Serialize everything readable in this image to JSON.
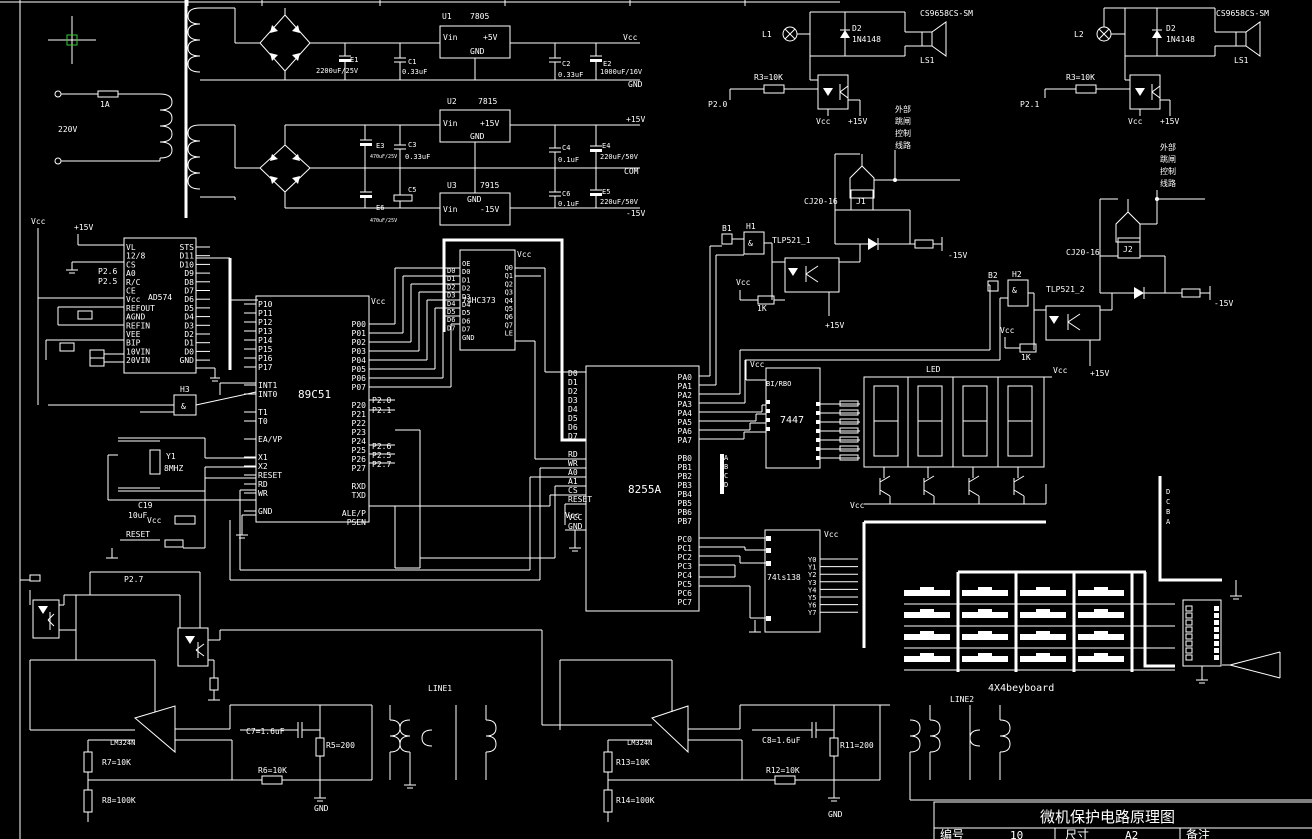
{
  "title_block": {
    "title": "微机保护电路原理图",
    "label_number": "编号",
    "number_value": "10",
    "label_size": "尺寸",
    "size_value": "A2",
    "label_remark": "备注"
  },
  "power": {
    "mains": "220V",
    "fuse": "1A",
    "e1": "2200uF/25V",
    "c1": "C1",
    "c1v": "0.33uF",
    "c2": "C2",
    "c2v": "0.33uF",
    "e2": "1000uF/16V",
    "u1": "U1",
    "u1p": "7805",
    "u2": "U2",
    "u2p": "7815",
    "u3": "U3",
    "u3p": "7915",
    "vin": "Vin",
    "gnd": "GND",
    "p5": "+5V",
    "p15": "+15V",
    "m15": "-15V",
    "vcc": "Vcc",
    "gnd_out": "GND",
    "pos15": "+15V",
    "com": "COM",
    "neg15": "-15V",
    "c3": "C3",
    "c3v": "0.33uF",
    "c4": "C4",
    "c4v": "0.1uF",
    "e4": "E4",
    "e4v": "220uF/50V",
    "c5": "C5",
    "c6": "C6",
    "c6v": "0.1uF",
    "e5": "E5",
    "e5v": "220uF/50V",
    "e3": "E3",
    "e3v": "470uF/25V",
    "e6": "E6",
    "e6v": "470uF/25V"
  },
  "ad574": {
    "name": "AD574",
    "left": [
      "VL",
      "12/8",
      "CS",
      "A0",
      "R/C",
      "CE",
      "Vcc",
      "REFOUT",
      "AGND",
      "REFIN",
      "VEE",
      "BIP",
      "10VIN",
      "20VIN"
    ],
    "right": [
      "STS",
      "D11",
      "D10",
      "D9",
      "D8",
      "D7",
      "D6",
      "D5",
      "D4",
      "D3",
      "D2",
      "D1",
      "D0",
      "GND"
    ],
    "vcc": "Vcc",
    "p15": "+15V",
    "p26": "P2.6",
    "p25": "P2.5"
  },
  "mcu": {
    "name": "89C51",
    "vcc": "Vcc",
    "left": [
      "P10",
      "P11",
      "P12",
      "P13",
      "P14",
      "P15",
      "P16",
      "P17",
      "",
      "INT1",
      "INT0",
      "",
      "T1",
      "T0",
      "",
      "EA/VP",
      "",
      "X1",
      "X2",
      "RESET",
      "RD",
      "WR",
      "",
      "GND"
    ],
    "right": [
      "P00",
      "P01",
      "P02",
      "P03",
      "P04",
      "P05",
      "P06",
      "P07",
      "",
      "P20",
      "P21",
      "P22",
      "P23",
      "P24",
      "P25",
      "P26",
      "P27",
      "",
      "RXD",
      "TXD",
      "",
      "ALE/P",
      "PSEN"
    ],
    "p20": "P2.0",
    "p21": "P2.1",
    "p26": "P2.6",
    "p25": "P2.5",
    "p27": "P2.7",
    "h3": "H3",
    "y1": "Y1",
    "y1f": "8MHZ",
    "c19": "C19",
    "c19v": "10uF",
    "reset": "RESET",
    "p27b": "P2.7",
    "vcc2": "Vcc"
  },
  "latch": {
    "name": "74HC373",
    "vcc": "Vcc",
    "dl": [
      "OE",
      "D0",
      "D1",
      "D2",
      "D3",
      "D4",
      "D5",
      "D6",
      "D7",
      "GND"
    ],
    "ql": [
      "Q0",
      "Q1",
      "Q2",
      "Q3",
      "Q4",
      "Q5",
      "Q6",
      "Q7",
      "LE"
    ],
    "din": [
      "D0",
      "D1",
      "D2",
      "D3",
      "D4",
      "D5",
      "D6",
      "D7"
    ]
  },
  "ppi": {
    "name": "8255A",
    "left": [
      "D0",
      "D1",
      "D2",
      "D3",
      "D4",
      "D5",
      "D6",
      "D7",
      "",
      "RD",
      "WR",
      "A0",
      "A1",
      "CS",
      "RESET",
      "",
      "VCC",
      "GND"
    ],
    "right": [
      "PA0",
      "PA1",
      "PA2",
      "PA3",
      "PA4",
      "PA5",
      "PA6",
      "PA7",
      "",
      "PB0",
      "PB1",
      "PB2",
      "PB3",
      "PB4",
      "PB5",
      "PB6",
      "PB7",
      "",
      "PC0",
      "PC1",
      "PC2",
      "PC3",
      "PC4",
      "PC5",
      "PC6",
      "PC7"
    ],
    "vcc": "Vcc",
    "abcd": [
      "A",
      "B",
      "C",
      "D"
    ]
  },
  "decoder": {
    "name": "7447",
    "bi": "BI/RBO",
    "vcc": "Vcc"
  },
  "led": {
    "label": "LED",
    "vcc": "Vcc",
    "vcc2": "Vcc"
  },
  "decoder138": {
    "name": "74ls138",
    "vcc": "Vcc",
    "outs": [
      "Y0",
      "Y1",
      "Y2",
      "Y3",
      "Y4",
      "Y5",
      "Y6",
      "Y7"
    ]
  },
  "keyboard": {
    "label": "4X4beyboard",
    "dcba": [
      "D",
      "C",
      "B",
      "A"
    ]
  },
  "relay1": {
    "l": "L1",
    "d": "D2",
    "dp": "1N4148",
    "ls": "LS1",
    "ic": "CS9658CS-SM",
    "r": "R3=10K",
    "p": "P2.0",
    "vcc": "Vcc",
    "p15": "+15V",
    "ext": [
      "外部",
      "跳闸",
      "控制",
      "线路"
    ],
    "cj": "CJ20-16",
    "j": "J1",
    "b": "B1",
    "h": "H1",
    "tlp": "TLP521_1",
    "r1k": "1K",
    "vcc2": "Vcc",
    "m15": "-15V",
    "p15b": "+15V"
  },
  "relay2": {
    "l": "L2",
    "d": "D2",
    "dp": "1N4148",
    "ls": "LS1",
    "ic": "CS9658CS-SM",
    "r": "R3=10K",
    "p": "P2.1",
    "vcc": "Vcc",
    "p15": "+15V",
    "ext": [
      "外部",
      "跳闸",
      "控制",
      "线路"
    ],
    "cj": "CJ20-16",
    "j": "J2",
    "b": "B2",
    "h": "H2",
    "tlp": "TLP521_2",
    "r1k": "1K",
    "vcc2": "Vcc",
    "m15": "-15V",
    "p15b": "+15V"
  },
  "line1": {
    "label": "LINE1",
    "amp": "LM324N",
    "c": "C7=1.6uF",
    "r5": "R5=200",
    "r6": "R6=10K",
    "r7": "R7=10K",
    "r8": "R8=100K",
    "gnd": "GND"
  },
  "line2": {
    "label": "LINE2",
    "amp": "LM324N",
    "c": "C8=1.6uF",
    "r11": "R11=200",
    "r12": "R12=10K",
    "r13": "R13=10K",
    "r14": "R14=100K",
    "gnd": "GND"
  },
  "misc": {
    "p27": "P2.7"
  }
}
